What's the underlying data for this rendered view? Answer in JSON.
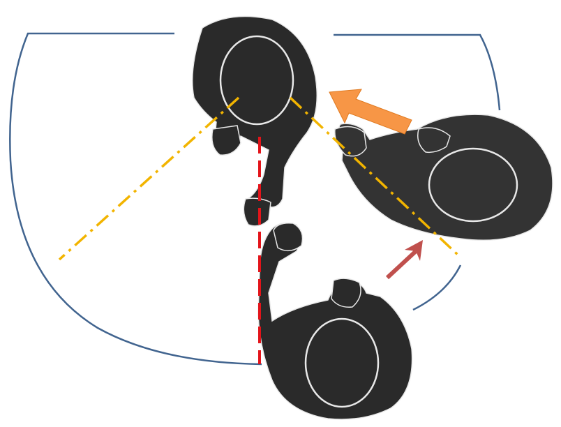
{
  "diagram": {
    "description_labels": [],
    "colors": {
      "background": "#ffffff",
      "person_fill": "#2a2a2a",
      "person_outline": "#e8e8e8",
      "boundary_arc": "#41648f",
      "sightline_yellow": "#f2b400",
      "divider_red": "#e3141a",
      "arrow_orange": "#f79646",
      "arrow_red": "#c0504d"
    },
    "elements": {
      "persons": [
        "person-top",
        "person-right",
        "person-bottom"
      ],
      "arrows": [
        "orange-arrow",
        "red-arrow"
      ],
      "lines": [
        "yellow-sightline-left",
        "yellow-sightline-right",
        "red-divider-line"
      ]
    }
  }
}
